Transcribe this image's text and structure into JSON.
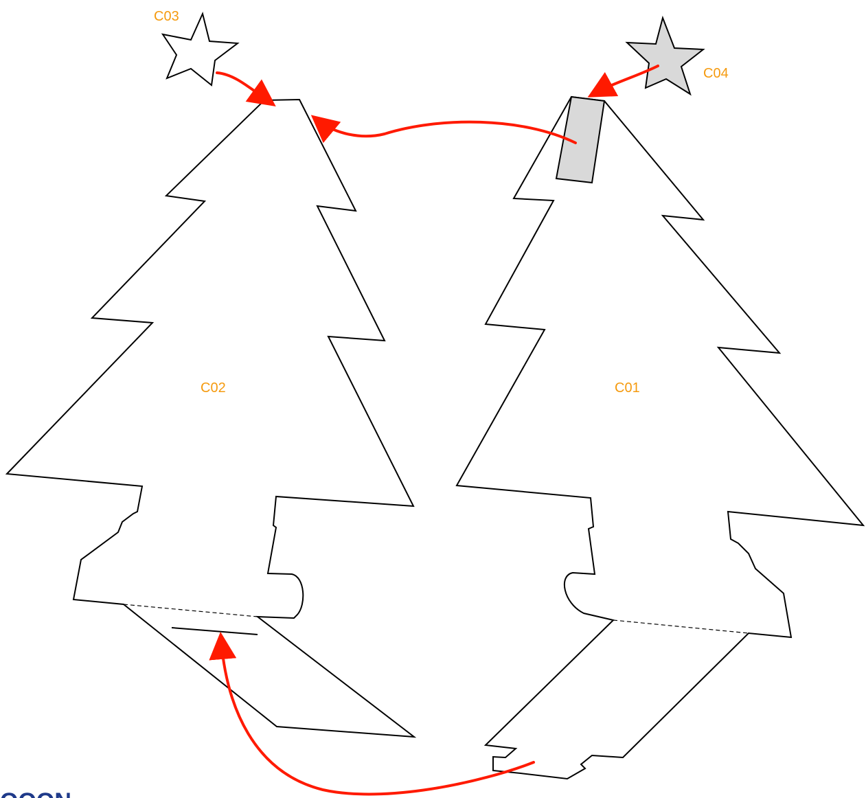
{
  "labels": {
    "tree_left": "C02",
    "tree_right": "C01",
    "star_left": "C03",
    "star_right": "C04"
  },
  "brand_fragment": "OOON",
  "colors": {
    "label": "#f59a0e",
    "arrow": "#ff1a00",
    "outline": "#000000",
    "shaded": "#d9d9d9",
    "brand": "#1f3a8a"
  }
}
